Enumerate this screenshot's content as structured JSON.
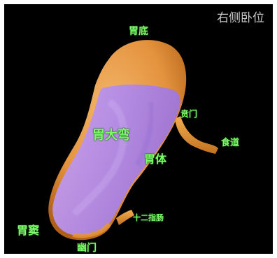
{
  "view": {
    "title": "右侧卧位"
  },
  "labels": {
    "fundus": "胃底",
    "cardia": "贲门",
    "greater_curvature": "胃大弯",
    "esophagus": "食道",
    "body": "胃体",
    "duodenum": "十二指肠",
    "antrum": "胃窦",
    "pylorus": "幽门"
  },
  "colors": {
    "background": "#000000",
    "label_green": "#7CFC6A",
    "stomach_orange": "#F0A040",
    "contrast_fill_purple": "#B58CF0"
  }
}
